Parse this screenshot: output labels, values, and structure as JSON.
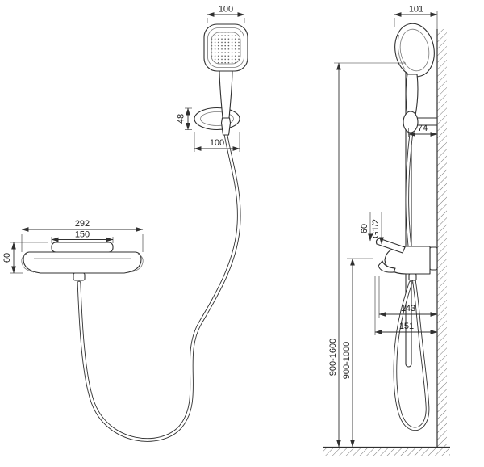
{
  "front_view": {
    "head_width": "100",
    "holder_height": "48",
    "holder_width": "100",
    "mixer_width": "292",
    "handle_width": "150",
    "mixer_height": "60"
  },
  "side_view": {
    "head_depth": "101",
    "bar_offset": "74",
    "connection_size": "60",
    "thread": "G1/2",
    "reach_upper": "143",
    "reach_lower": "151",
    "bar_height": "900-1600",
    "install_height": "900-1000"
  }
}
